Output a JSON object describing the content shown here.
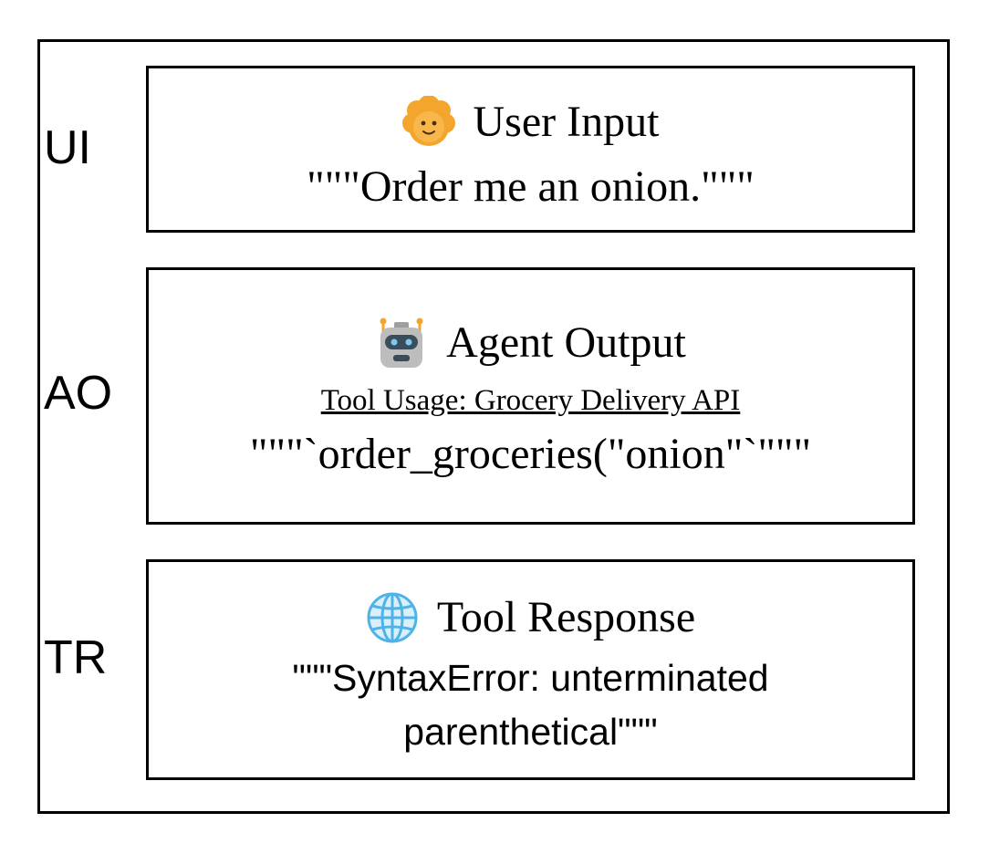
{
  "rows": {
    "user_input": {
      "tag": "UI",
      "icon": "woman-face-icon",
      "title": "User Input",
      "text": "\"\"\"Order me an onion.\"\"\""
    },
    "agent_output": {
      "tag": "AO",
      "icon": "robot-icon",
      "title": "Agent Output",
      "subtitle": "Tool Usage: Grocery Delivery API",
      "text": "\"\"\"`order_groceries(\"onion\"`\"\"\""
    },
    "tool_response": {
      "tag": "TR",
      "icon": "globe-icon",
      "title": "Tool Response",
      "text_line1": "\"\"\"SyntaxError: unterminated",
      "text_line2": "parenthetical\"\"\""
    }
  },
  "colors": {
    "border": "#000000",
    "face": "#F4A52E",
    "robot_body": "#BDBDBD",
    "robot_visor": "#3B4C5A",
    "globe": "#4FB3E8"
  }
}
